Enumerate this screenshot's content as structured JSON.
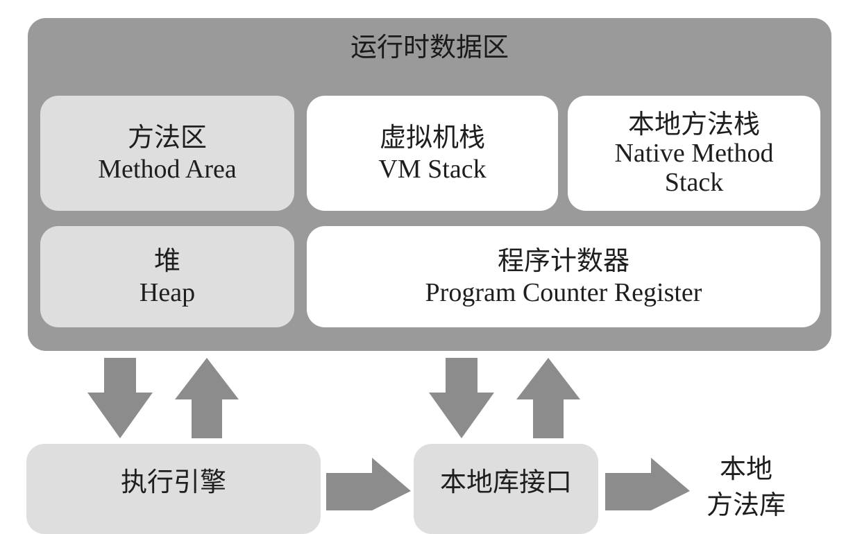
{
  "runtime_area": {
    "title": "运行时数据区",
    "method_area": {
      "zh": "方法区",
      "en": "Method Area"
    },
    "vm_stack": {
      "zh": "虚拟机栈",
      "en": "VM Stack"
    },
    "native_method_stack": {
      "zh": "本地方法栈",
      "en_line1": "Native Method",
      "en_line2": "Stack"
    },
    "heap": {
      "zh": "堆",
      "en": "Heap"
    },
    "pc_register": {
      "zh": "程序计数器",
      "en": "Program Counter Register"
    }
  },
  "bottom": {
    "execution_engine": "执行引擎",
    "native_interface": "本地库接口",
    "native_library_line1": "本地",
    "native_library_line2": "方法库"
  },
  "colors": {
    "panel": "#9a9a9a",
    "grey_box": "#dedede",
    "white_box": "#ffffff",
    "arrow": "#8c8c8c"
  }
}
